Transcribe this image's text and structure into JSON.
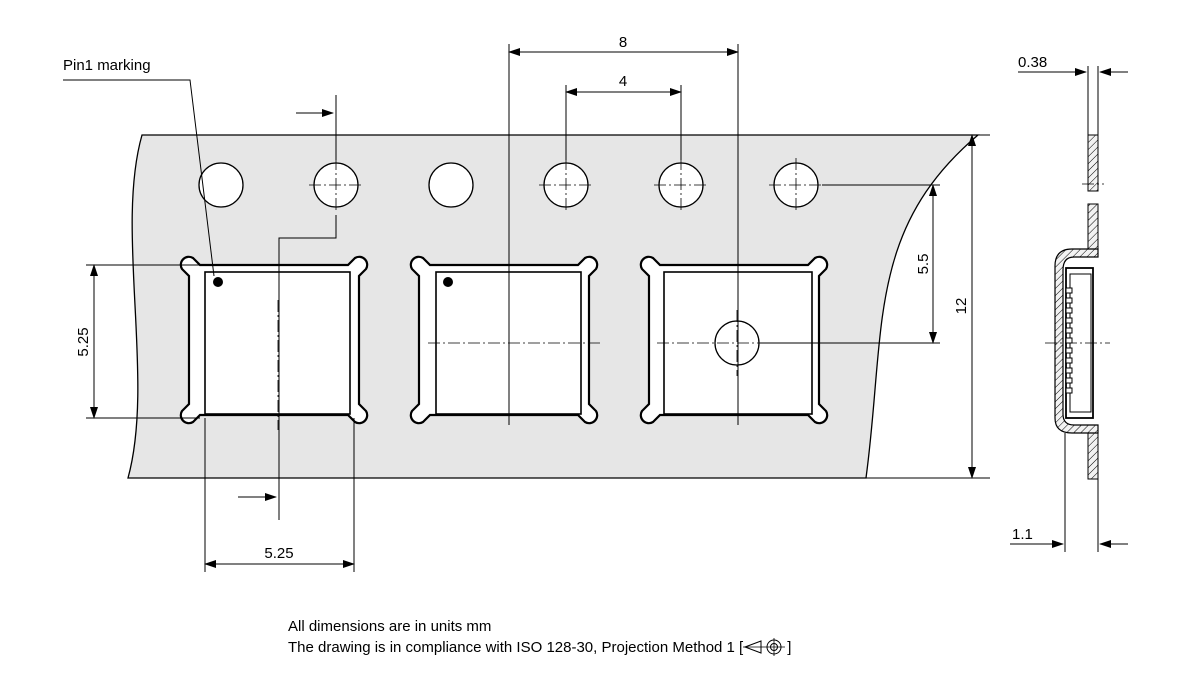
{
  "labels": {
    "pin1_marking": "Pin1 marking"
  },
  "dimensions": {
    "pitch_pocket": "8",
    "pitch_holes": "4",
    "tape_width": "12",
    "hole_to_pocket_center": "5.5",
    "pocket_height": "5.25",
    "pocket_width": "5.25",
    "tape_thickness": "0.38",
    "pocket_depth": "1.1"
  },
  "notes": {
    "units": "All dimensions are in units mm",
    "compliance_prefix": "The drawing is in compliance with ISO 128-30, Projection Method 1 [",
    "compliance_suffix": "]"
  },
  "icons": {
    "projection_symbol": "first-angle-projection-icon"
  }
}
